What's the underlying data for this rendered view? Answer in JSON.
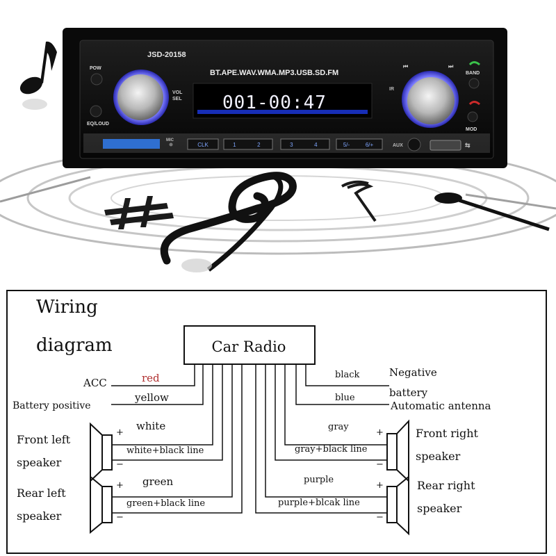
{
  "radio": {
    "model": "JSD-20158",
    "formats": "BT.APE.WAV.WMA.MP3.USB.SD.FM",
    "display": "001-00:47",
    "pow": "POW",
    "eq": "EQ/LOUD",
    "vol": "VOL",
    "sel": "SEL",
    "ir": "IR",
    "mic": "MIC",
    "aux": "AUX",
    "band": "BAND",
    "mod": "MOD",
    "buttons": [
      "CLK",
      "1",
      "2",
      "3",
      "4",
      "5/-",
      "6/+"
    ]
  },
  "diagram": {
    "title_line1": "Wiring",
    "title_line2": "diagram",
    "center": "Car Radio",
    "left": {
      "acc": "ACC",
      "red": "red",
      "yellow": "yellow",
      "battery_positive": "Battery positive",
      "white": "white",
      "white_black": "white+black line",
      "front_left_1": "Front left",
      "front_left_2": "speaker",
      "green": "green",
      "green_black": "green+black line",
      "rear_left_1": "Rear left",
      "rear_left_2": "speaker"
    },
    "right": {
      "black": "black",
      "negative": "Negative",
      "battery": "battery",
      "blue": "blue",
      "auto_antenna": "Automatic antenna",
      "gray": "gray",
      "gray_black": "gray+black line",
      "front_right_1": "Front right",
      "front_right_2": "speaker",
      "purple": "purple",
      "purple_black": "purple+blcak line",
      "rear_right_1": "Rear right",
      "rear_right_2": "speaker"
    },
    "plus": "+",
    "minus": "−",
    "red_color": "#b03030"
  }
}
